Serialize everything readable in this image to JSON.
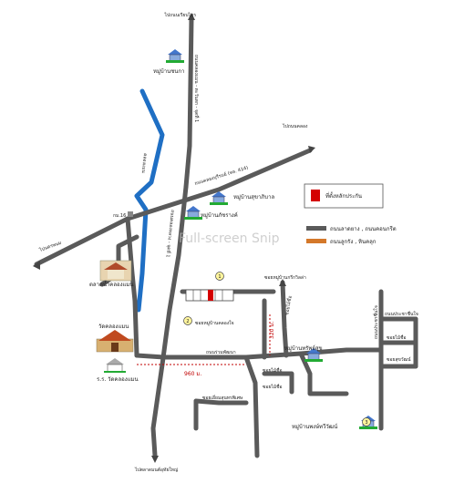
{
  "colors": {
    "road": "#5a5a5a",
    "canal": "#1f6fc4",
    "dirt_road": "#d4782a",
    "marker": "#d40000",
    "distance": "#c00000",
    "background": "#ffffff"
  },
  "watermark": "Full-screen Snip",
  "legend": {
    "site": "ที่ตั้งหลักประกัน",
    "paved": "ถนนลาดยาง , ถนนคอนกรีต",
    "dirt": "ถนนลูกรัง , หินคลุก"
  },
  "roads": {
    "north_end": "ไปถนนเรียบไทร",
    "north_road": "ถนนคลองแมน - ตะวันตก - จุดที่ 1",
    "to_east": "ไปถนนคลอง",
    "main_diag": "ถนนคลองบุรีรมย์ (ทล. 414)",
    "to_west": "ไปนครพนม",
    "km_label": "กม.16",
    "north_south": "ถนนคลองหลวง - จุดที่ 1",
    "canal": "คลองแมน",
    "soi_top": "ซอยหมู่บ้านกรีกวิลล่า",
    "soi_left": "ซอยหมู่บ้านคลองใจ",
    "main_road": "ถนนร่วมพัฒนา",
    "south_end": "ไปตลาดมนต์อุทัยใหญ่",
    "soi_v1": "ซอยไม้ชื่อ",
    "soi_v2": "ซอยไม้ชื่อ",
    "soi_bottom": "ซอยเอี่ยมสุนทรพิเศษ",
    "soi_b2": "ซอยไม้ชื่อ",
    "soi_e1": "ถนนประชาชื่นใจ",
    "soi_e2": "ซอยไม้ชื่อ",
    "soi_e3": "ซอยสุขวัฒน์",
    "soi_e_vert": "ถนนประชาชื่นใจ"
  },
  "places": {
    "village_top": "หมู่บ้านชนกา",
    "village_mid": "หมู่บ้านสุขาภิบาล",
    "village_mid2": "หมู่บ้านภัชรางค์",
    "market": "ตลาดน้ำคลองแมน",
    "temple": "วัดคลองแมน",
    "school": "ร.ร. วัดคลองแมน",
    "village_r": "หมู่บ้านทรัพย์สุข",
    "village_br": "หมู่บ้านพงษ์ทวีวัฒน์"
  },
  "markers": {
    "m1": "1",
    "m2": "2",
    "m3": "3"
  },
  "distances": {
    "d1": "960 ม.",
    "d2": "320 ม."
  }
}
